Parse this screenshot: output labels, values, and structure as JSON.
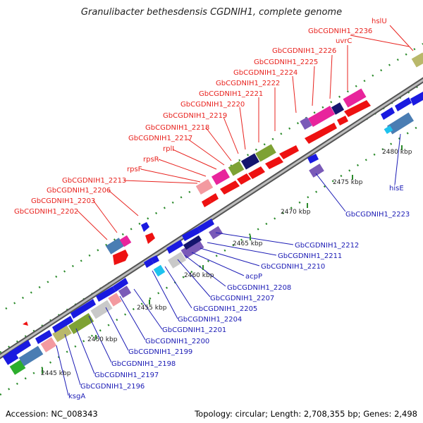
{
  "title": "Granulibacter bethesdensis CGDNIH1, complete genome",
  "footer": {
    "accession": "Accession: NC_008343",
    "summary": "Topology: circular; Length: 2,708,355 bp; Genes: 2,498"
  },
  "colors": {
    "backbone": "#9a9a9a",
    "forward_label": "#e8231f",
    "reverse_label": "#1b1bb5",
    "ticks": "#2a8a2a",
    "gene_forward": "#ee1111",
    "gene_reverse": "#1a1ae0"
  },
  "ticks": [
    "2445 kbp",
    "2450 kbp",
    "2455 kbp",
    "2460 kbp",
    "2465 kbp",
    "2470 kbp",
    "2475 kbp",
    "2480 kbp"
  ],
  "forward_labels": [
    "hslU",
    "GbCGDNIH1_2236",
    "uvrC",
    "GbCGDNIH1_2226",
    "GbCGDNIH1_2225",
    "GbCGDNIH1_2224",
    "GbCGDNIH1_2222",
    "GbCGDNIH1_2221",
    "GbCGDNIH1_2220",
    "GbCGDNIH1_2219",
    "GbCGDNIH1_2218",
    "GbCGDNIH1_2217",
    "rplI",
    "rpsR",
    "rpsF",
    "GbCGDNIH1_2213",
    "GbCGDNIH1_2206",
    "GbCGDNIH1_2203",
    "GbCGDNIH1_2202"
  ],
  "reverse_labels": [
    "GbCGDNIH1_2212",
    "GbCGDNIH1_2211",
    "GbCGDNIH1_2210",
    "acpP",
    "GbCGDNIH1_2208",
    "GbCGDNIH1_2207",
    "GbCGDNIH1_2205",
    "GbCGDNIH1_2204",
    "GbCGDNIH1_2201",
    "GbCGDNIH1_2200",
    "GbCGDNIH1_2199",
    "GbCGDNIH1_2198",
    "GbCGDNIH1_2197",
    "GbCGDNIH1_2196",
    "ksgA",
    "GbCGDNIH1_2223",
    "hisE"
  ]
}
